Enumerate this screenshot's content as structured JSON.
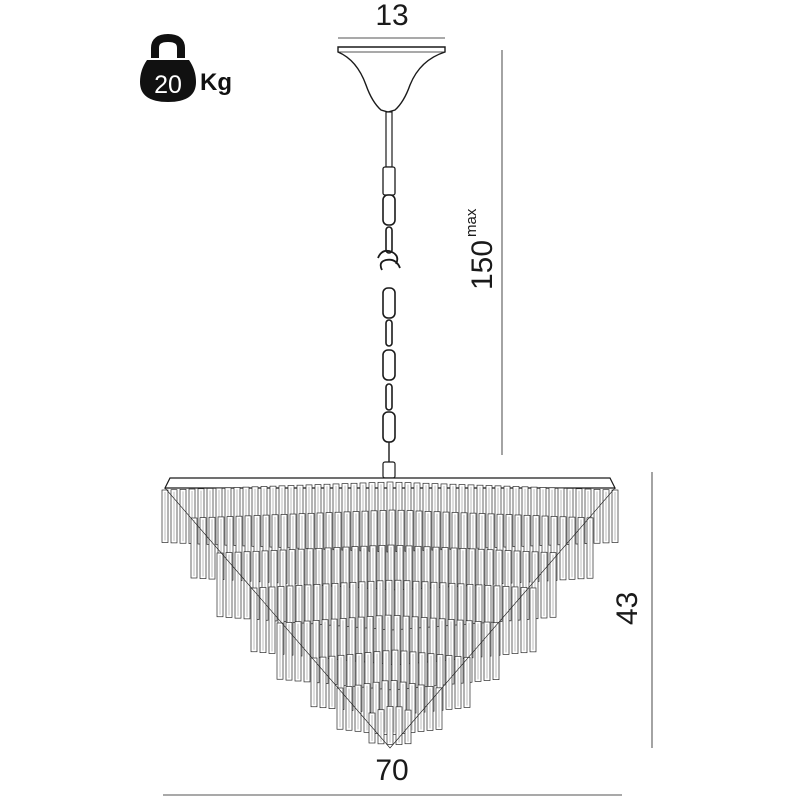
{
  "weight": {
    "value": "20",
    "unit": "Kg",
    "icon": "kettlebell-icon"
  },
  "dimensions": {
    "canopy_width": "13",
    "max_drop": "150",
    "max_drop_suffix": "max",
    "height": "43",
    "width": "70"
  },
  "colors": {
    "ink": "#1a1a1a",
    "background": "#ffffff"
  }
}
